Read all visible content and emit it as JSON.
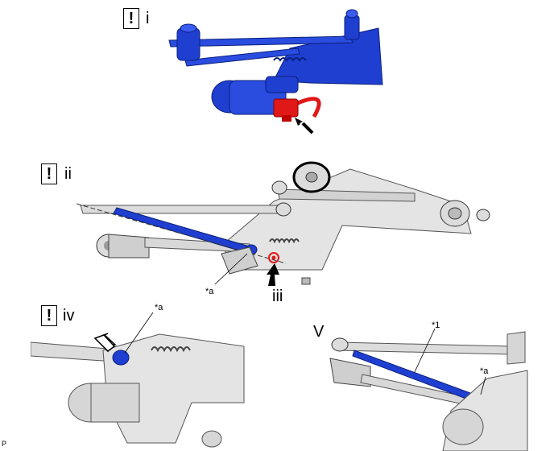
{
  "steps": [
    {
      "id": "i",
      "label": "i",
      "warning": "!"
    },
    {
      "id": "ii",
      "label": "ii",
      "warning": "!"
    },
    {
      "id": "iii",
      "label": "iii"
    },
    {
      "id": "iv",
      "label": "iv",
      "warning": "!"
    },
    {
      "id": "v",
      "label": "V"
    }
  ],
  "callouts": {
    "a_ii": "*a",
    "a_iv": "*a",
    "a_v": "*a",
    "one_v": "*1"
  },
  "corner_code": "P",
  "colors": {
    "highlight_blue": "#1f3fd1",
    "connector_red": "#e01818",
    "part_gray": "#d9d9d9",
    "outline": "#555555"
  }
}
